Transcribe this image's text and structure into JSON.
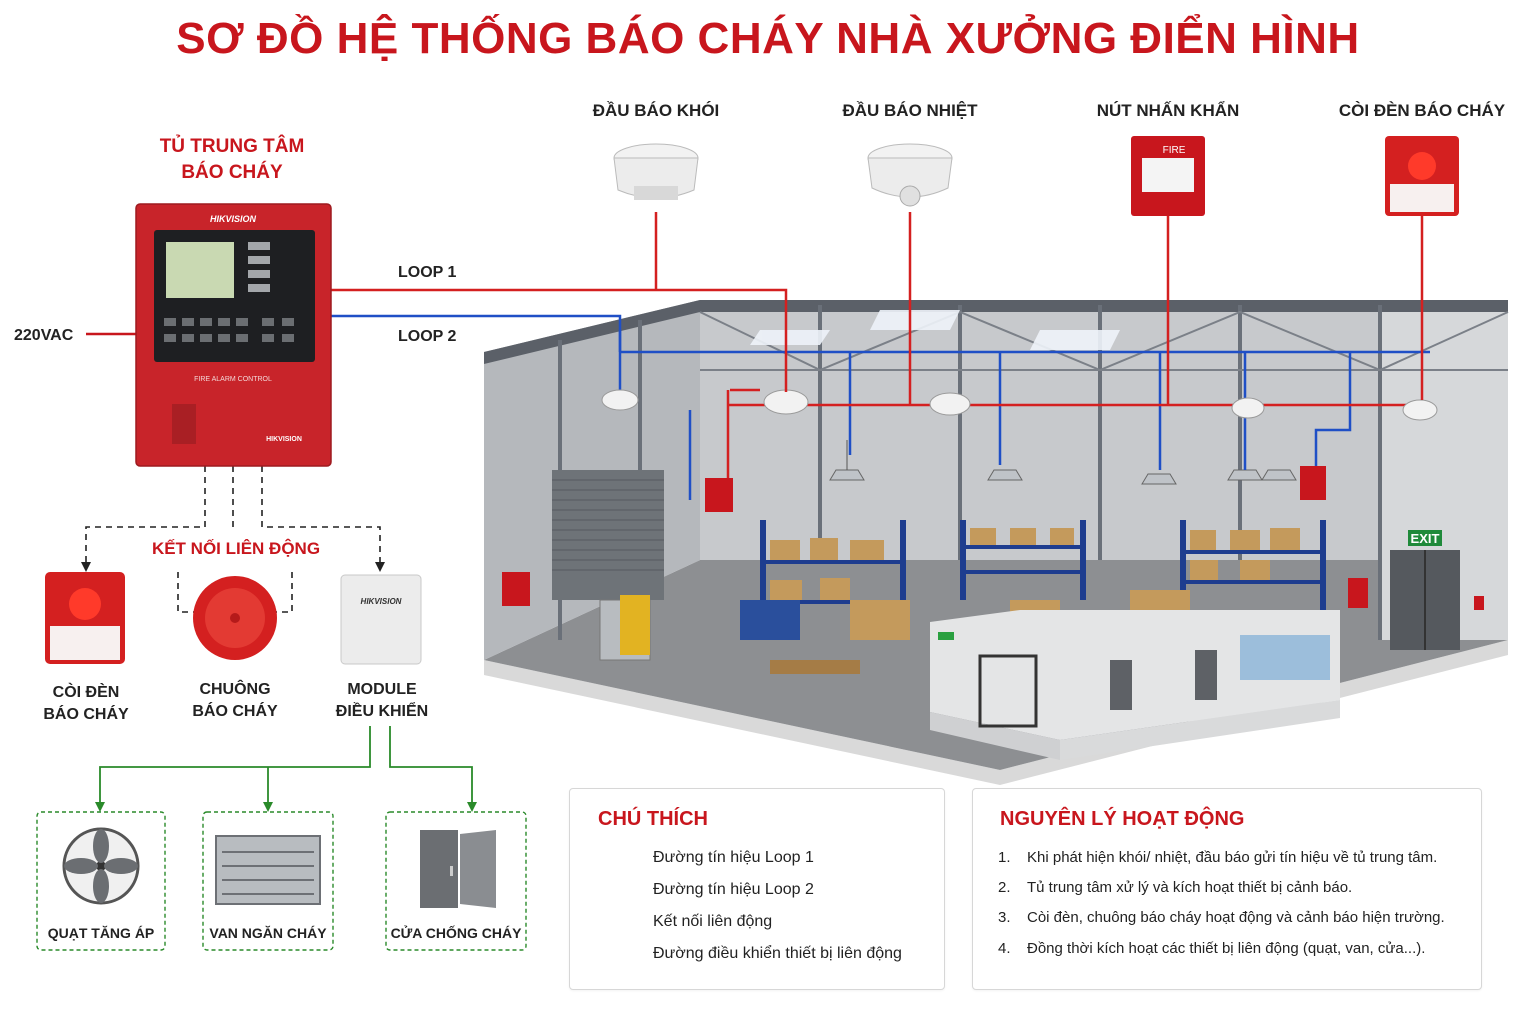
{
  "title": "SƠ ĐỒ HỆ THỐNG BÁO CHÁY NHÀ XƯỞNG ĐIỂN HÌNH",
  "panel": {
    "heading_line1": "TỦ TRUNG TÂM",
    "heading_line2": "BÁO CHÁY",
    "brand": "HIKVISION",
    "caption": "FIRE ALARM CONTROL",
    "power": "220VAC"
  },
  "loops": {
    "loop1": "LOOP 1",
    "loop2": "LOOP 2"
  },
  "devices": {
    "smoke": "ĐẦU BÁO KHÓI",
    "heat": "ĐẦU BÁO NHIỆT",
    "call_point": "NÚT NHẤN KHẨN",
    "call_point_text": "FIRE",
    "strobe": "CÒI ĐÈN BÁO CHÁY"
  },
  "linkage": {
    "heading": "KẾT NỐI LIÊN ĐỘNG",
    "strobe_line1": "CÒI ĐÈN",
    "strobe_line2": "BÁO CHÁY",
    "bell_line1": "CHUÔNG",
    "bell_line2": "BÁO CHÁY",
    "module_line1": "MODULE",
    "module_line2": "ĐIỀU KHIỂN",
    "module_brand": "HIKVISION"
  },
  "controlled": {
    "fan": "QUẠT TĂNG ÁP",
    "damper": "VAN NGĂN CHÁY",
    "door": "CỬA CHỐNG CHÁY"
  },
  "warehouse": {
    "exit": "EXIT"
  },
  "legend": {
    "title": "CHÚ THÍCH",
    "items": [
      {
        "label": "Đường tín hiệu Loop 1",
        "color": "#d42020",
        "style": "solid"
      },
      {
        "label": "Đường tín hiệu Loop 2",
        "color": "#1f4fc6",
        "style": "solid"
      },
      {
        "label": "Kết nối liên động",
        "color": "#222222",
        "style": "dashed"
      },
      {
        "label": "Đường điều khiển thiết bị liên động",
        "color": "#2a8a2a",
        "style": "solid"
      }
    ]
  },
  "principle": {
    "title": "NGUYÊN LÝ HOẠT ĐỘNG",
    "steps": [
      {
        "num": "1.",
        "text": "Khi phát hiện khói/ nhiệt, đầu báo gửi tín hiệu về tủ trung tâm."
      },
      {
        "num": "2.",
        "text": "Tủ trung tâm xử lý và kích hoạt thiết bị cảnh báo."
      },
      {
        "num": "3.",
        "text": "Còi đèn, chuông báo cháy hoạt động và cảnh báo hiện trường."
      },
      {
        "num": "4.",
        "text": "Đồng thời kích hoạt các thiết bị liên động (quạt, van, cửa...)."
      }
    ]
  },
  "colors": {
    "accent": "#c8161d",
    "loop1": "#d42020",
    "loop2": "#1f4fc6",
    "control": "#2a8a2a"
  }
}
